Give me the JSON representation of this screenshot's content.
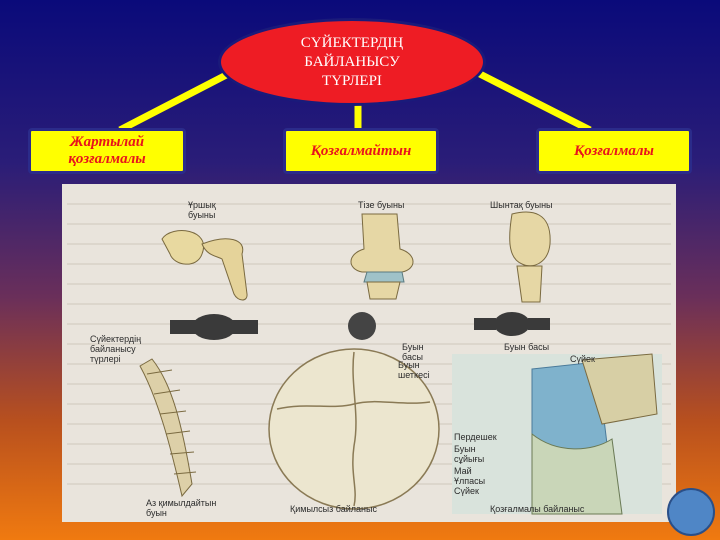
{
  "title": "СҮЙЕКТЕРДІҢ\nБАЙЛАНЫСУ\nТҮРЛЕРІ",
  "categories": {
    "left": "Жартылай\nқозғалмалы",
    "middle": "Қозғалмайтын",
    "right": "Қозғалмалы"
  },
  "figure_labels": {
    "hip": "Ұршық\nбуыны",
    "knee": "Тізе буыны",
    "ankle": "Шынтақ буыны",
    "types": "Сүйектердің\nбайланысу\nтүрлері",
    "joint_head": "Буын\nбасы",
    "joint_surface": "Буын\nшеткесі",
    "joint_base": "Буын басы",
    "bone": "Сүйек",
    "membrane": "Пердешек",
    "joint_fluid": "Буын\nсұйығы",
    "fat": "Май",
    "cartilage": "Ұлпасы",
    "bone2": "Сүйек",
    "semi_caption": "Аз қимылдайтын\nбуын",
    "fixed_caption": "Қимылсыз байланыс",
    "mobile_caption": "Қозғалмалы байланыс"
  },
  "colors": {
    "ellipse": "#ee1c24",
    "box_fill": "#ffff00",
    "box_text": "#e8141c",
    "connector": "#ffff00"
  }
}
